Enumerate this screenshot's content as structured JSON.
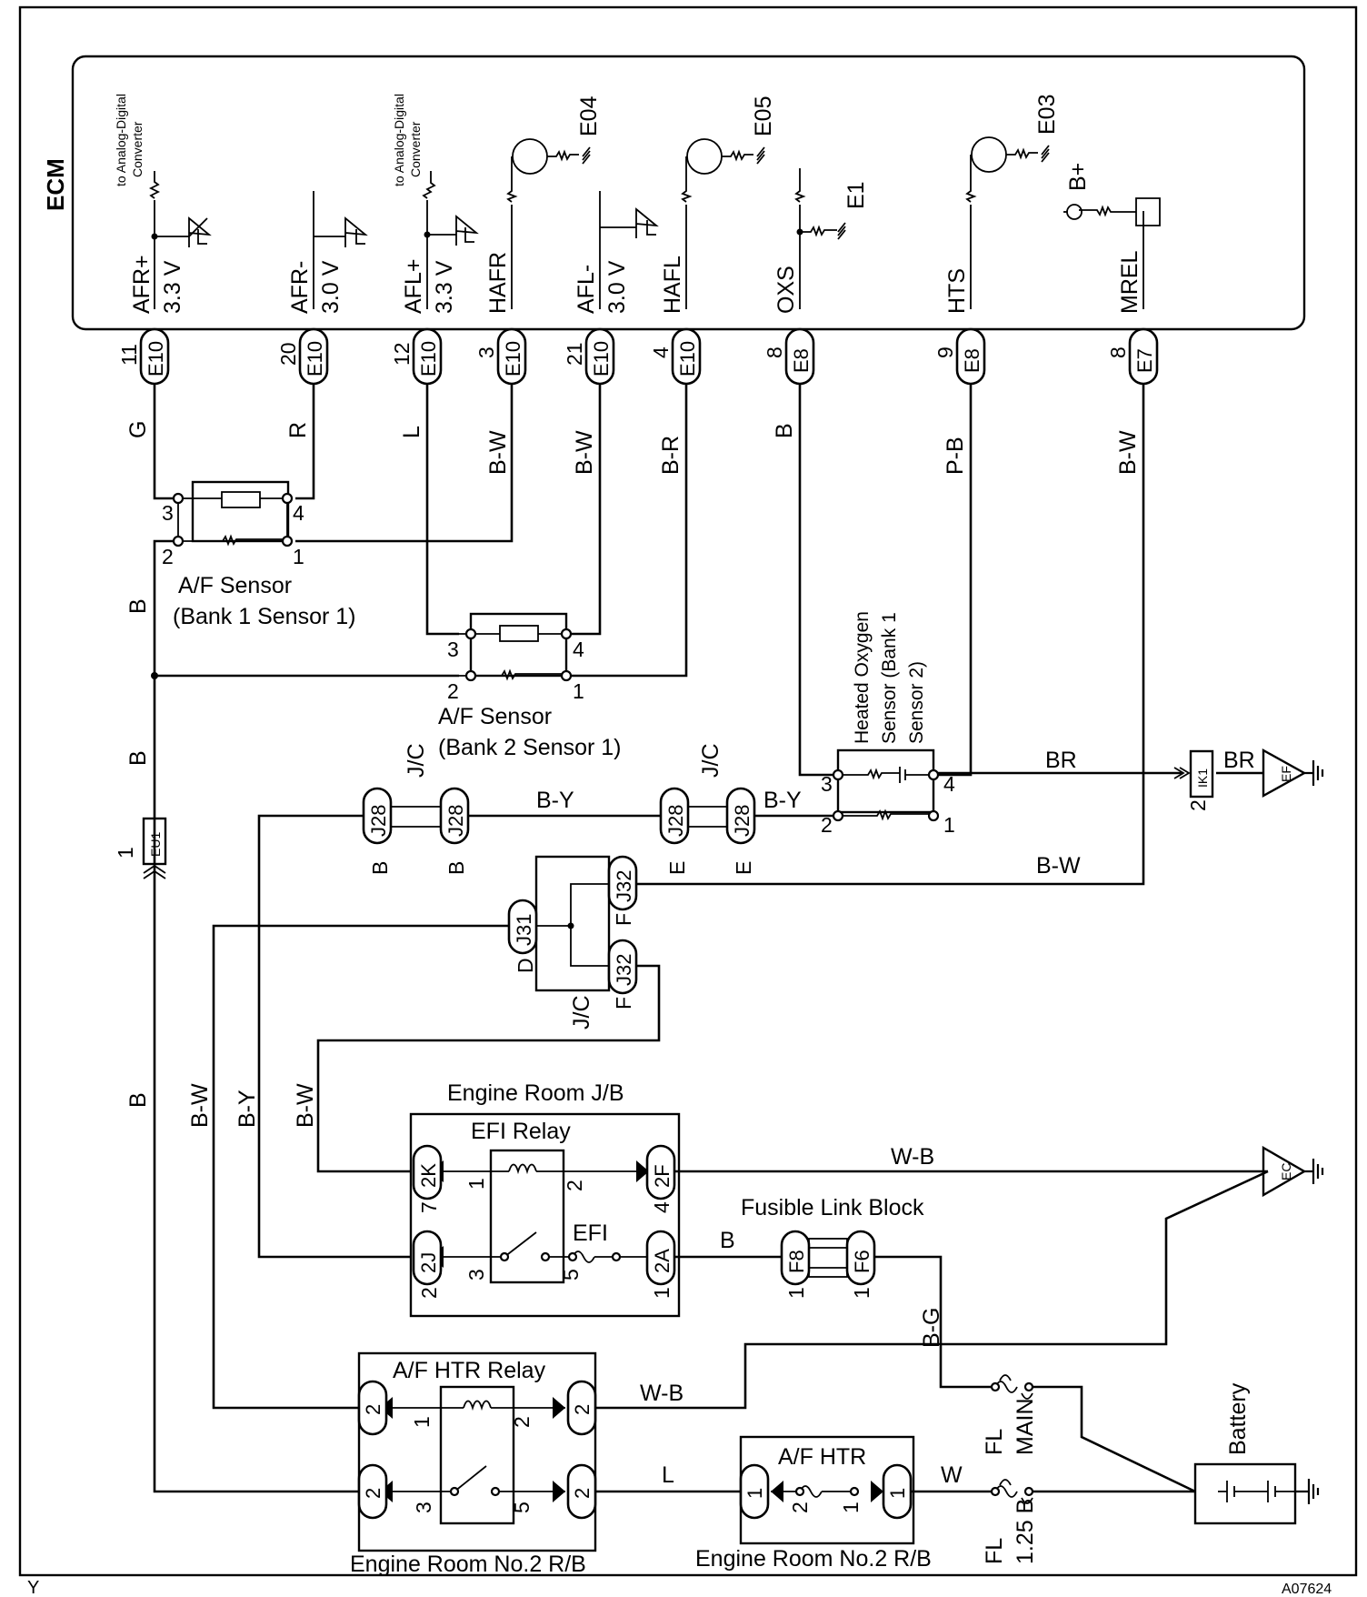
{
  "ecm": {
    "title": "ECM",
    "adc_note_1": "to Analog-Digital",
    "adc_note_2": "Converter",
    "pins": [
      {
        "name": "AFR+",
        "voltage": "3.3 V",
        "pin": "11",
        "conn": "E10",
        "wire": "G"
      },
      {
        "name": "AFR-",
        "voltage": "3.0 V",
        "pin": "20",
        "conn": "E10",
        "wire": "R"
      },
      {
        "name": "AFL+",
        "voltage": "3.3 V",
        "pin": "12",
        "conn": "E10",
        "wire": "L"
      },
      {
        "name": "HAFR",
        "voltage": "",
        "pin": "3",
        "conn": "E10",
        "wire": "B-W"
      },
      {
        "name": "AFL-",
        "voltage": "3.0 V",
        "pin": "21",
        "conn": "E10",
        "wire": "B-W"
      },
      {
        "name": "HAFL",
        "voltage": "",
        "pin": "4",
        "conn": "E10",
        "wire": "B-R"
      },
      {
        "name": "OXS",
        "voltage": "",
        "pin": "8",
        "conn": "E8",
        "wire": "B"
      },
      {
        "name": "HTS",
        "voltage": "",
        "pin": "9",
        "conn": "E8",
        "wire": "P-B"
      },
      {
        "name": "MREL",
        "voltage": "",
        "pin": "8",
        "conn": "E7",
        "wire": "B-W"
      }
    ],
    "grounds": [
      "E04",
      "E05",
      "E1",
      "E03"
    ],
    "bplus": "B+"
  },
  "components": {
    "af_sensor_b1_line1": "A/F Sensor",
    "af_sensor_b1_line2": "(Bank 1 Sensor 1)",
    "af_sensor_b2_line1": "A/F Sensor",
    "af_sensor_b2_line2": "(Bank 2 Sensor 1)",
    "ho2s_line1": "Heated Oxygen",
    "ho2s_line2": "Sensor (Bank 1",
    "ho2s_line3": "Sensor 2)",
    "engine_room_jb": "Engine Room J/B",
    "efi_relay": "EFI Relay",
    "efi_fuse": "EFI",
    "fusible_link_block": "Fusible Link Block",
    "af_htr_relay": "A/F HTR Relay",
    "af_htr": "A/F HTR",
    "engine_room_no2_rb": "Engine Room No.2 R/B",
    "battery": "Battery",
    "fl_main_1": "FL",
    "fl_main_2": "MAIN",
    "fl_125b_1": "FL",
    "fl_125b_2": "1.25 B",
    "jc": "J/C"
  },
  "sensor_pins": {
    "p1": "1",
    "p2": "2",
    "p3": "3",
    "p4": "4",
    "p5": "5",
    "p7": "7"
  },
  "connectors": {
    "J28": "J28",
    "J31": "J31",
    "J32": "J32",
    "EU1": "EU1",
    "IK1": "IK1",
    "2K": "2K",
    "2F": "2F",
    "2J": "2J",
    "2A": "2A",
    "F8": "F8",
    "F6": "F6",
    "two": "2",
    "one": "1",
    "B": "B",
    "E": "E",
    "D": "D",
    "F": "F"
  },
  "wires": {
    "B": "B",
    "B_Y": "B-Y",
    "B_W": "B-W",
    "BR": "BR",
    "W_B": "W-B",
    "B_G": "B-G",
    "L": "L",
    "W": "W"
  },
  "grounds": {
    "EF": "EF",
    "EC": "EC"
  },
  "footer": {
    "corner": "Y",
    "code": "A07624"
  }
}
